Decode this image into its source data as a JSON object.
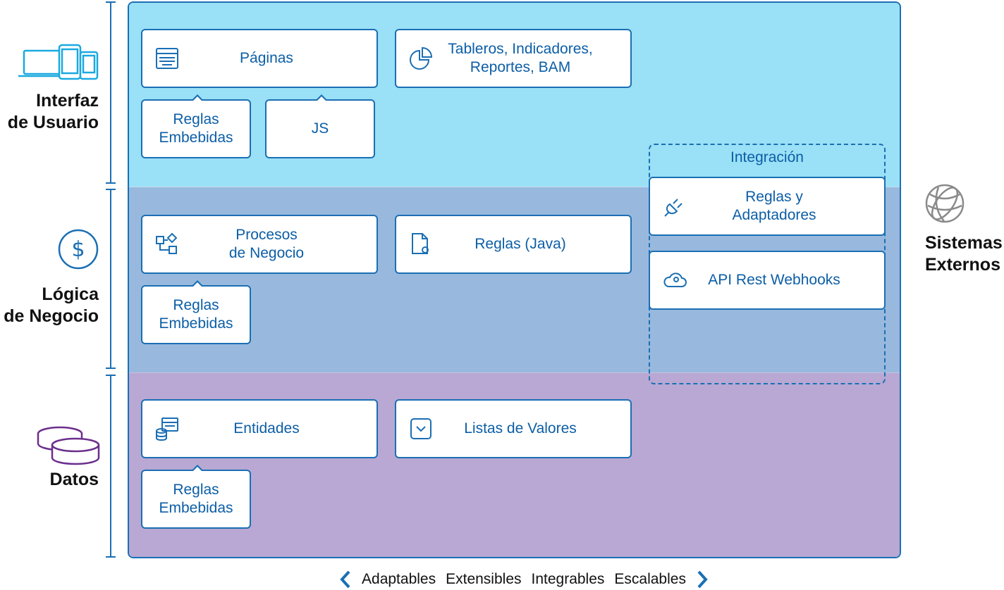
{
  "layers": {
    "ui": "Interfaz\nde Usuario",
    "logic": "Lógica\nde Negocio",
    "data": "Datos"
  },
  "ui_boxes": {
    "paginas": "Páginas",
    "tableros": "Tableros, Indicadores,\nReportes, BAM",
    "reglas_embebidas": "Reglas\nEmbebidas",
    "js": "JS"
  },
  "logic_boxes": {
    "procesos": "Procesos\nde Negocio",
    "reglas_java": "Reglas (Java)",
    "reglas_embebidas": "Reglas\nEmbebidas"
  },
  "data_boxes": {
    "entidades": "Entidades",
    "listas": "Listas de Valores",
    "reglas_embebidas": "Reglas\nEmbebidas"
  },
  "integracion": {
    "title": "Integración",
    "reglas_adaptadores": "Reglas y\nAdaptadores",
    "api": "API Rest Webhooks"
  },
  "external": "Sistemas\nExternos",
  "footer": [
    "Adaptables",
    "Extensibles",
    "Integrables",
    "Escalables"
  ],
  "colors": {
    "band_ui": "#9ae0f6",
    "band_logic": "#98b9dd",
    "band_data": "#b8a8d3",
    "accent": "#1a6fb4"
  }
}
